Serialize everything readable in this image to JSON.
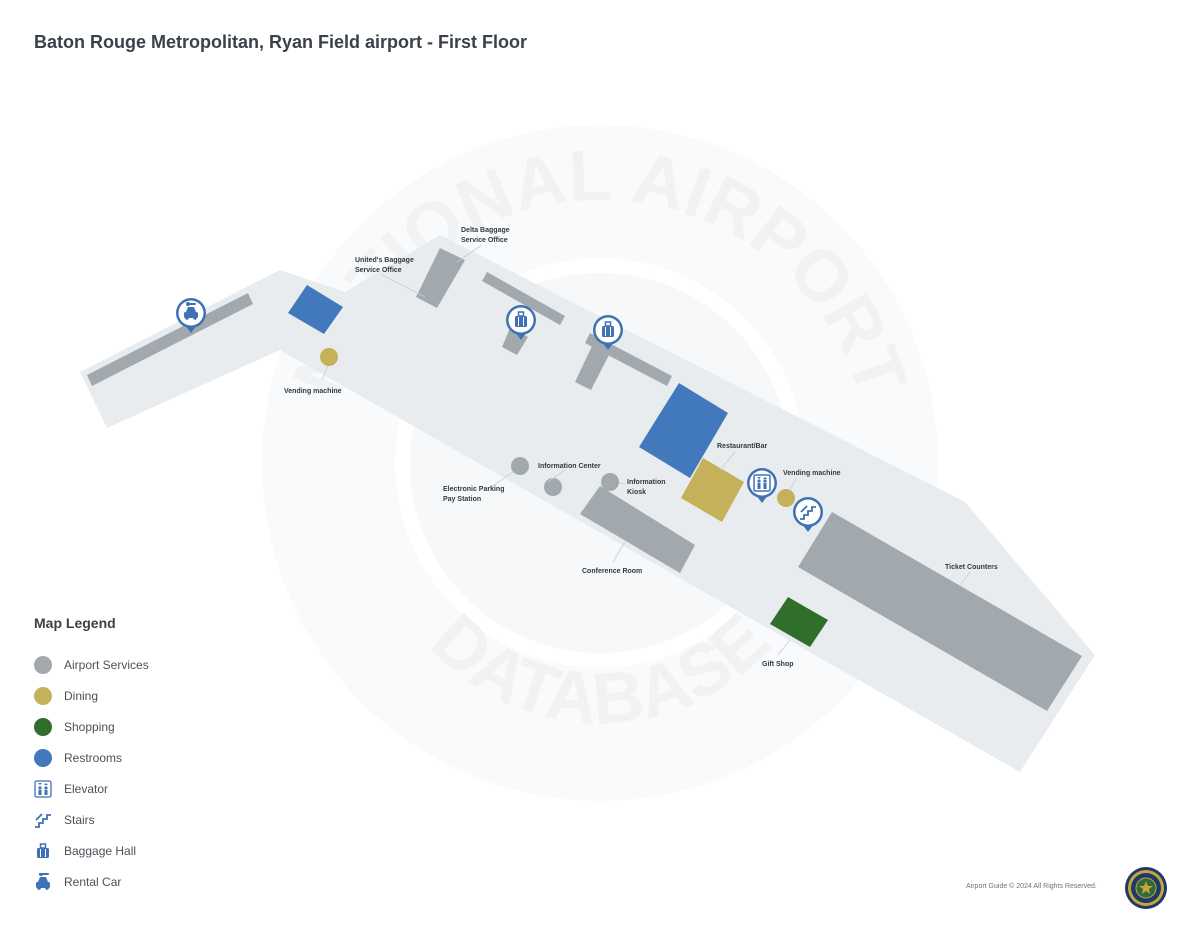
{
  "title": "Baton Rouge Metropolitan, Ryan Field airport - First Floor",
  "watermark": {
    "top": "NATIONAL AIRPORT",
    "bottom": "DATABASE"
  },
  "colors": {
    "airport_services": "#a2a9ae",
    "dining": "#c4b15a",
    "shopping": "#2f6e2b",
    "restrooms": "#4179bc",
    "floor": "#e8ecef",
    "icon_blue": "#3f72b4"
  },
  "map_labels": {
    "delta_baggage_line1": "Delta Baggage",
    "delta_baggage_line2": "Service Office",
    "united_baggage_line1": "United's Baggage",
    "united_baggage_line2": "Service Office",
    "vending_machine_west": "Vending machine",
    "restaurant_bar": "Restaurant/Bar",
    "information_center": "Information Center",
    "information_kiosk_line1": "Information",
    "information_kiosk_line2": "Kiosk",
    "parking_pay_line1": "Electronic Parking",
    "parking_pay_line2": "Pay Station",
    "vending_machine_east": "Vending machine",
    "conference_room": "Conference Room",
    "ticket_counters": "Ticket Counters",
    "gift_shop": "Gift Shop"
  },
  "map_pins": [
    {
      "name": "rental-car-pin",
      "icon": "rental-car-icon"
    },
    {
      "name": "baggage-hall-pin-1",
      "icon": "baggage-icon"
    },
    {
      "name": "baggage-hall-pin-2",
      "icon": "baggage-icon"
    },
    {
      "name": "elevator-pin",
      "icon": "elevator-icon"
    },
    {
      "name": "stairs-pin",
      "icon": "stairs-icon"
    }
  ],
  "legend": {
    "title": "Map Legend",
    "items": [
      {
        "label": "Airport Services",
        "icon": "gray-dot",
        "color": "#a2a9ae"
      },
      {
        "label": "Dining",
        "icon": "gold-dot",
        "color": "#c4b15a"
      },
      {
        "label": "Shopping",
        "icon": "green-dot",
        "color": "#2f6e2b"
      },
      {
        "label": "Restrooms",
        "icon": "blue-dot",
        "color": "#4179bc"
      },
      {
        "label": "Elevator",
        "icon": "elevator-icon"
      },
      {
        "label": "Stairs",
        "icon": "stairs-icon"
      },
      {
        "label": "Baggage Hall",
        "icon": "baggage-icon"
      },
      {
        "label": "Rental Car",
        "icon": "rental-car-icon"
      }
    ]
  },
  "footer": {
    "copyright": "Airport Guide © 2024 All Rights Reserved."
  }
}
